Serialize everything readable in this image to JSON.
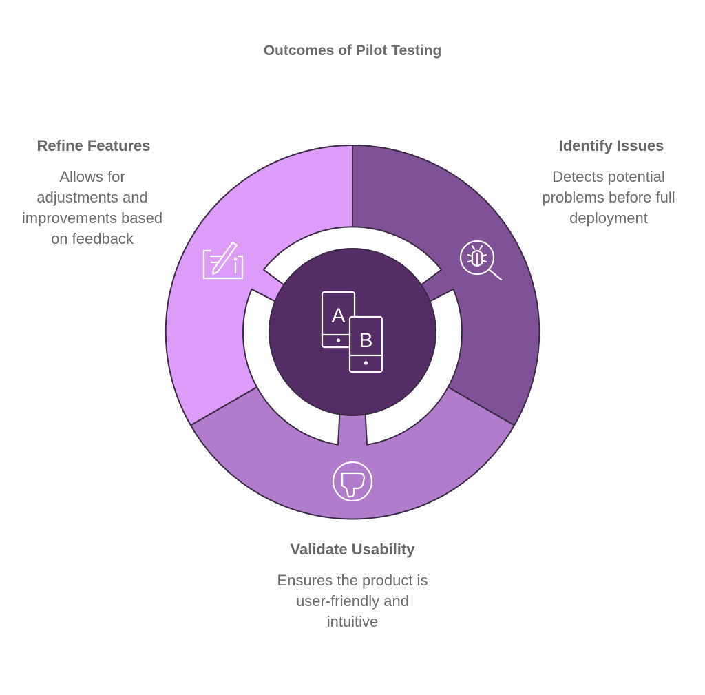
{
  "title": "Outcomes of Pilot Testing",
  "center": {
    "icon": "ab-test-phones-icon",
    "label_a": "A",
    "label_b": "B",
    "color": "#542c66"
  },
  "segments": [
    {
      "heading": "Refine Features",
      "body": "Allows for adjustments and improvements based on feedback",
      "icon": "edit-info-icon",
      "color": "#dc9cf8"
    },
    {
      "heading": "Identify Issues",
      "body": "Detects potential problems before full deployment",
      "icon": "bug-search-icon",
      "color": "#7f5298"
    },
    {
      "heading": "Validate Usability",
      "body": "Ensures the product is user-friendly and intuitive",
      "icon": "thumbs-down-icon",
      "color": "#b07ccb"
    }
  ]
}
